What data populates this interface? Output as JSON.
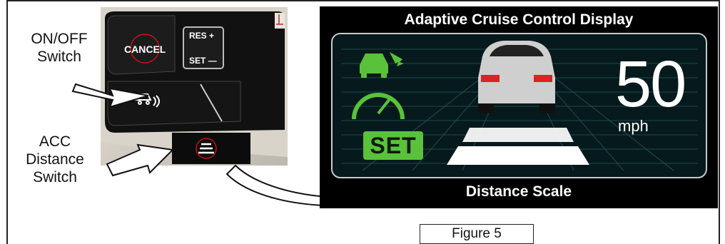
{
  "callouts": {
    "onoff": "ON/OFF\nSwitch",
    "acc": "ACC\nDistance\nSwitch"
  },
  "steering_buttons": {
    "cancel": "CANCEL",
    "res": "RES +",
    "set": "SET —"
  },
  "display": {
    "title": "Adaptive Cruise Control Display",
    "speed": "50",
    "unit": "mph",
    "set_badge": "SET",
    "distance_label": "Distance Scale"
  },
  "caption": "Figure 5",
  "colors": {
    "set_green": "#59c23a",
    "display_bg": "#000000",
    "grid": "#3f8a8a"
  },
  "icons": [
    "car-radar-icon",
    "speedometer-icon",
    "distance-bars-icon",
    "on-off-switch-icon"
  ]
}
